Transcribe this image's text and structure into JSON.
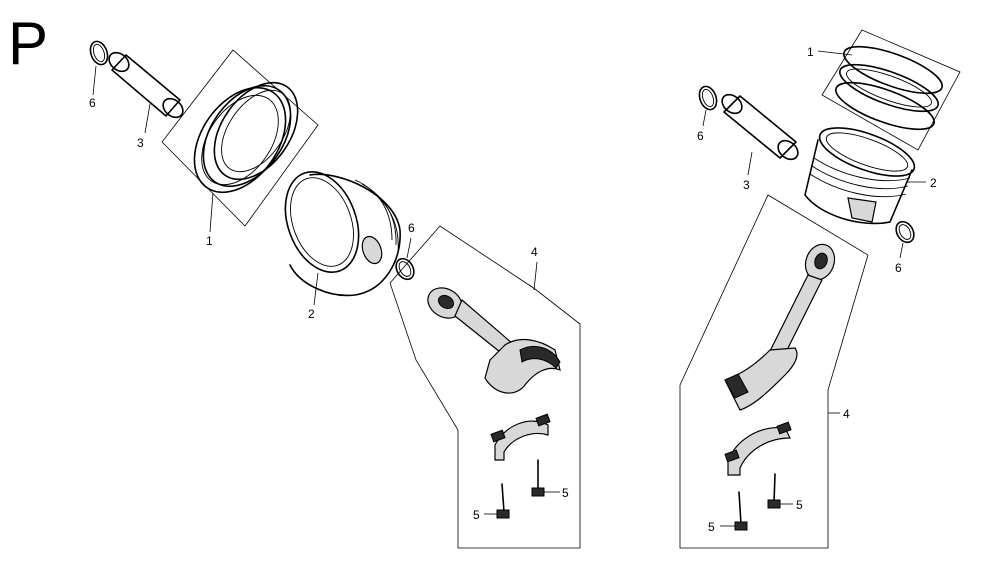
{
  "page_letter": "P",
  "callouts": {
    "left": {
      "ring_set": "1",
      "piston": "2",
      "piston_pin": "3",
      "connecting_rod": "4",
      "bolt_a": "5",
      "bolt_b": "5",
      "clip_outer": "6",
      "clip_inner": "6"
    },
    "right": {
      "ring_set": "1",
      "piston": "2",
      "piston_pin": "3",
      "connecting_rod": "4",
      "bolt_a": "5",
      "bolt_b": "5",
      "clip_outer": "6",
      "clip_inner": "6"
    }
  }
}
